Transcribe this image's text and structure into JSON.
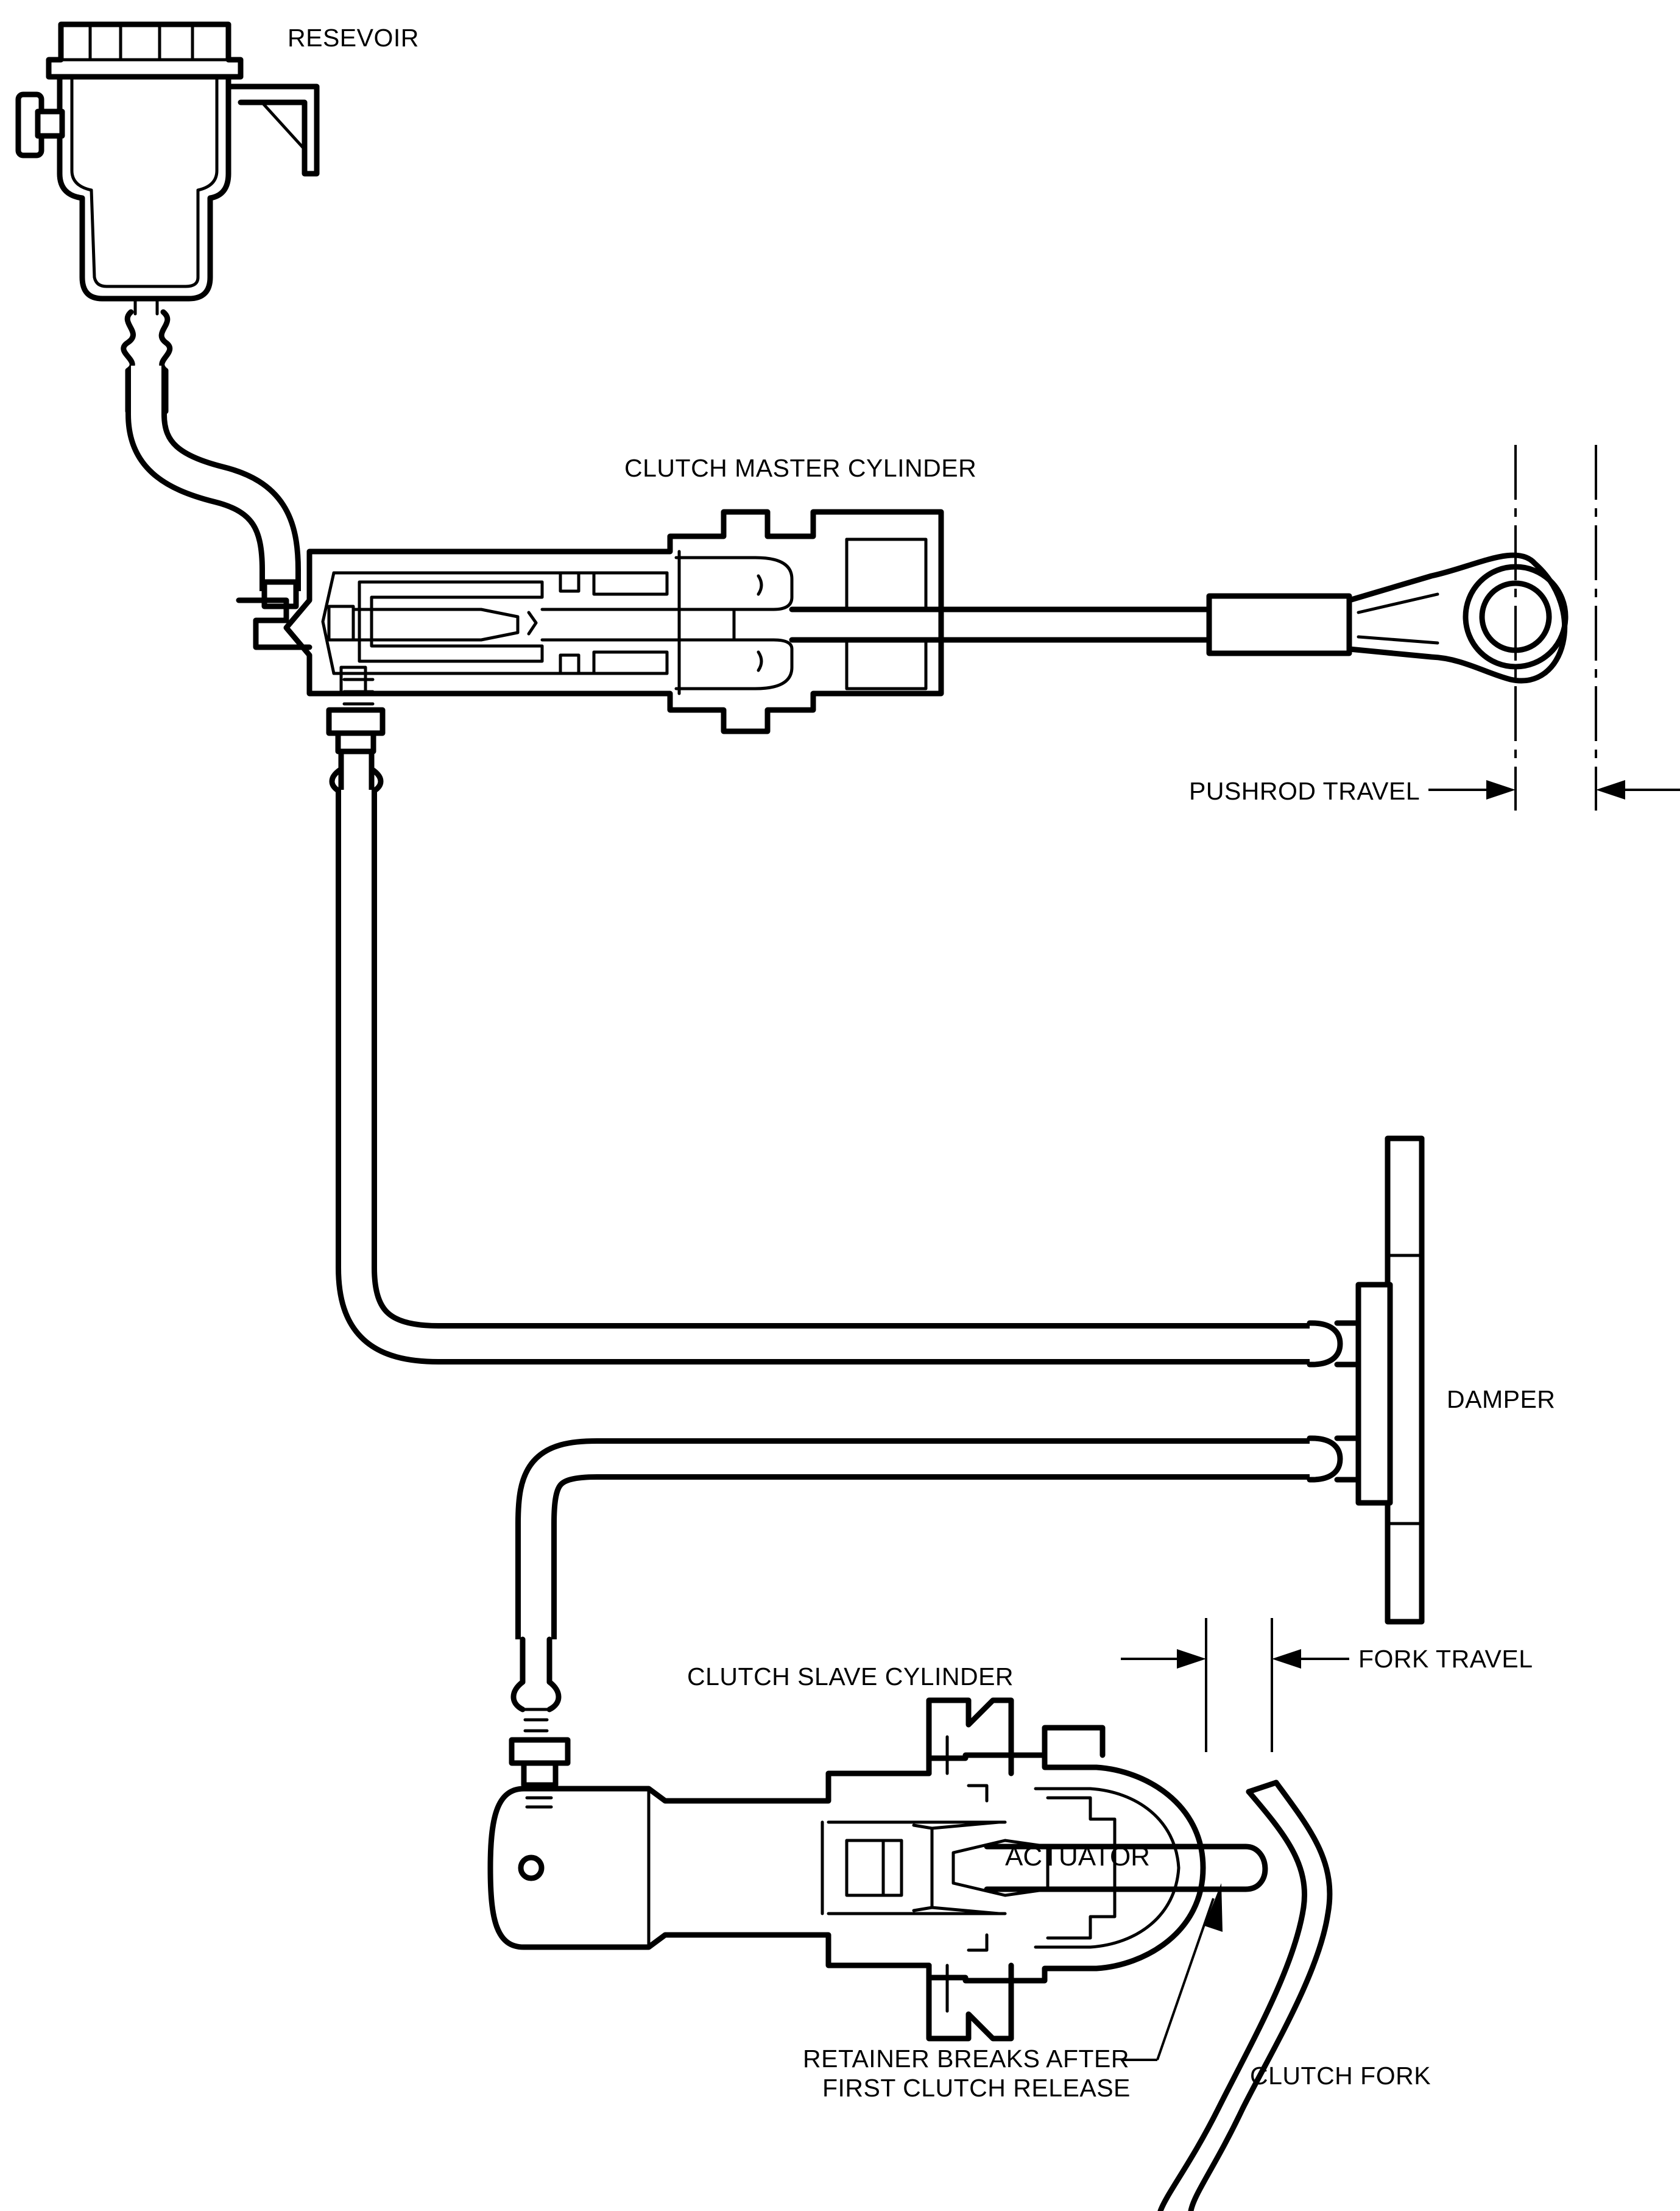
{
  "labels": {
    "reservoir": "RESEVOIR",
    "master_cylinder": "CLUTCH MASTER CYLINDER",
    "pushrod_travel": "PUSHROD TRAVEL",
    "damper": "DAMPER",
    "slave_cylinder": "CLUTCH SLAVE CYLINDER",
    "fork_travel": "FORK TRAVEL",
    "actuator": "ACTUATOR",
    "retainer_line1": "RETAINER BREAKS AFTER",
    "retainer_line2": "FIRST CLUTCH RELEASE",
    "clutch_fork": "CLUTCH FORK"
  }
}
